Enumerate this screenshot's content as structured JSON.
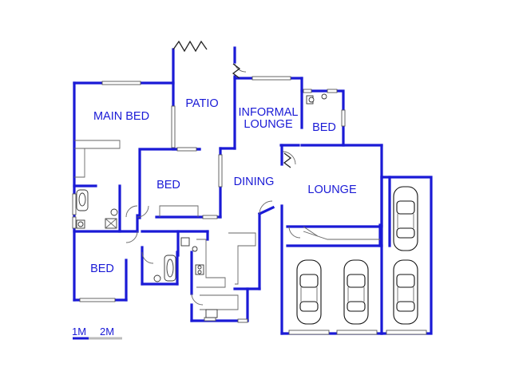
{
  "rooms": {
    "main_bed": "MAIN BED",
    "patio": "PATIO",
    "informal_lounge_1": "INFORMAL",
    "informal_lounge_2": "LOUNGE",
    "bed_small": "BED",
    "bed_middle": "BED",
    "dining": "DINING",
    "lounge": "LOUNGE",
    "bed_bottom": "BED"
  },
  "scale_bar": {
    "label_1m": "1M",
    "label_2m": "2M"
  },
  "colors": {
    "wall": "#1a1ad6",
    "fixture": "#333333",
    "background": "#ffffff"
  }
}
